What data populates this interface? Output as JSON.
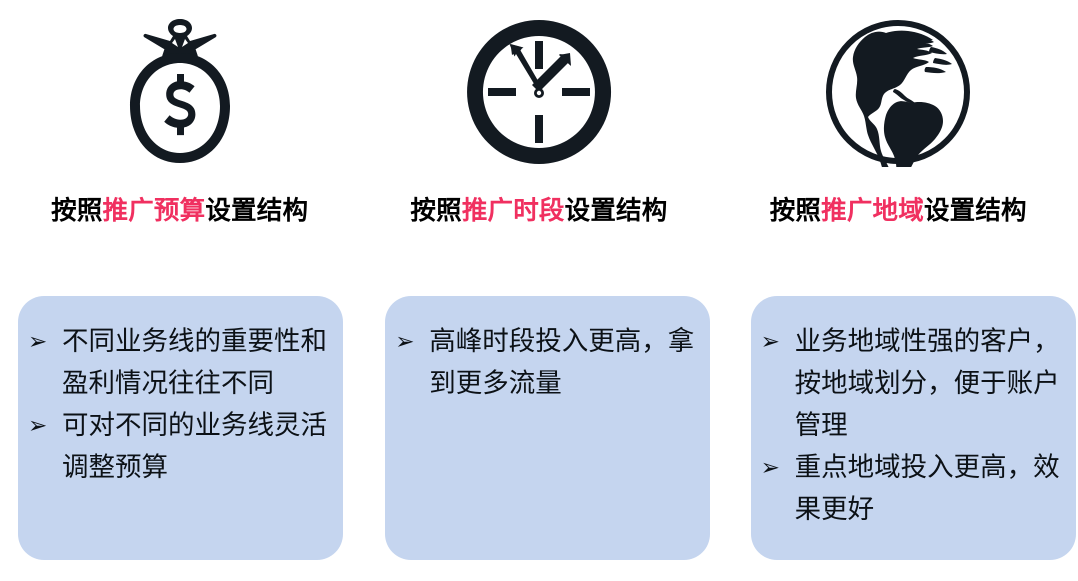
{
  "theme": {
    "card_background": "#c5d5ef",
    "accent_color": "#f03060",
    "text_color": "#0c1116",
    "page_background": "#ffffff"
  },
  "columns": [
    {
      "icon": "money-bag-icon",
      "heading": {
        "prefix": "按照",
        "accent": "推广预算",
        "suffix": "设置结构",
        "full": "按照推广预算设置结构"
      },
      "bullets": [
        {
          "marker": "➢",
          "text": "不同业务线的重要性和盈利情况往往不同"
        },
        {
          "marker": "➢",
          "text": "可对不同的业务线灵活调整预算"
        }
      ]
    },
    {
      "icon": "clock-icon",
      "heading": {
        "prefix": "按照",
        "accent": "推广时段",
        "suffix": "设置结构",
        "full": "按照推广时段设置结构"
      },
      "bullets": [
        {
          "marker": "➢",
          "text": "高峰时段投入更高，拿到更多流量"
        }
      ]
    },
    {
      "icon": "globe-icon",
      "heading": {
        "prefix": "按照",
        "accent": "推广地域",
        "suffix": "设置结构",
        "full": "按照推广地域设置结构"
      },
      "bullets": [
        {
          "marker": "➢",
          "text": "业务地域性强的客户，按地域划分，便于账户管理"
        },
        {
          "marker": "➢",
          "text": "重点地域投入更高，效果更好"
        }
      ]
    }
  ]
}
